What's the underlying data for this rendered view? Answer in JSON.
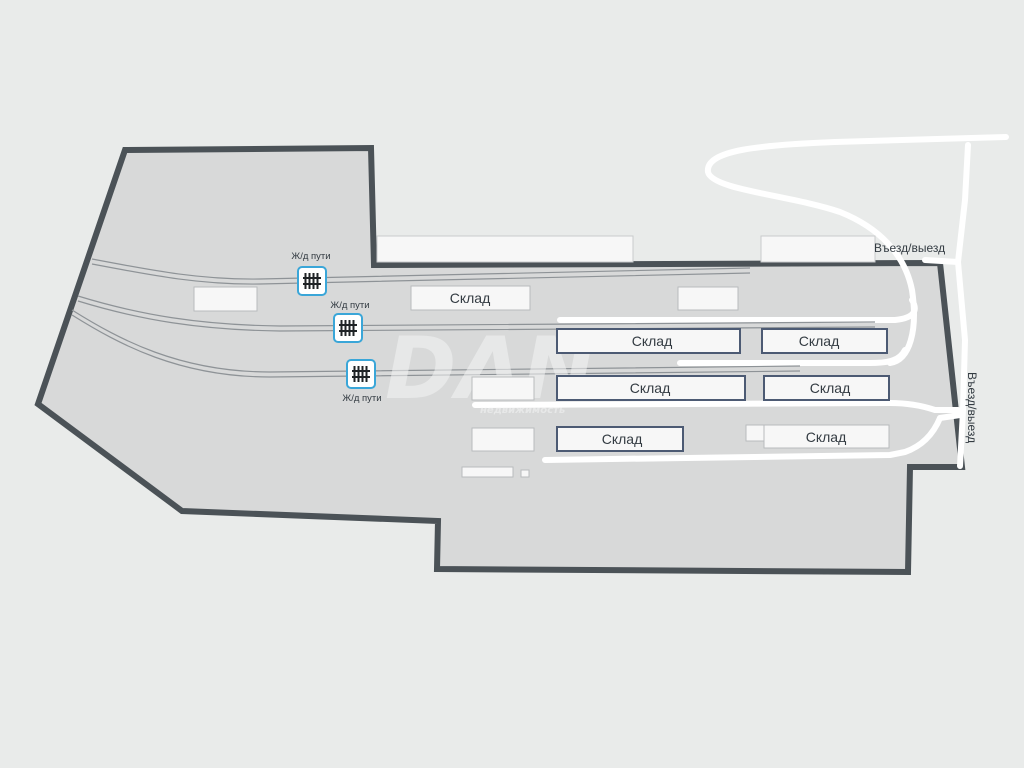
{
  "map": {
    "labels": {
      "warehouse": "Склад",
      "rail_tracks": "Ж/д пути",
      "entry_exit_top": "Въезд/выезд",
      "entry_exit_right": "Въезд/выезд"
    },
    "watermark": {
      "brand": "DAN",
      "tagline": "недвижимость"
    },
    "icons": {
      "rail": "railway-track-icon"
    },
    "colors": {
      "background": "#e9ebea",
      "site_fill": "#d8d9d9",
      "site_border": "#4b5257",
      "building_fill": "#f7f7f7",
      "warehouse_border": "#4c5a73",
      "road": "#ffffff",
      "rail_icon_border": "#3aa6d8"
    }
  }
}
